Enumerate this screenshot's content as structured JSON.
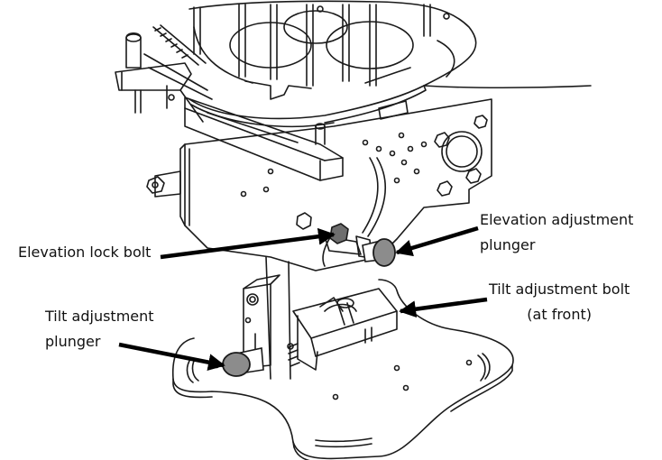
{
  "labels": {
    "elevation_lock_bolt": "Elevation lock bolt",
    "elevation_adjustment_plunger": [
      "Elevation adjustment",
      "plunger"
    ],
    "tilt_adjustment_bolt": [
      "Tilt adjustment bolt",
      "(at front)"
    ],
    "tilt_adjustment_plunger": [
      "Tilt adjustment",
      "plunger"
    ]
  },
  "colors": {
    "line": "#1a1a1a",
    "knob": "#8c8c8c",
    "arrow": "#000000",
    "background": "#ffffff"
  }
}
